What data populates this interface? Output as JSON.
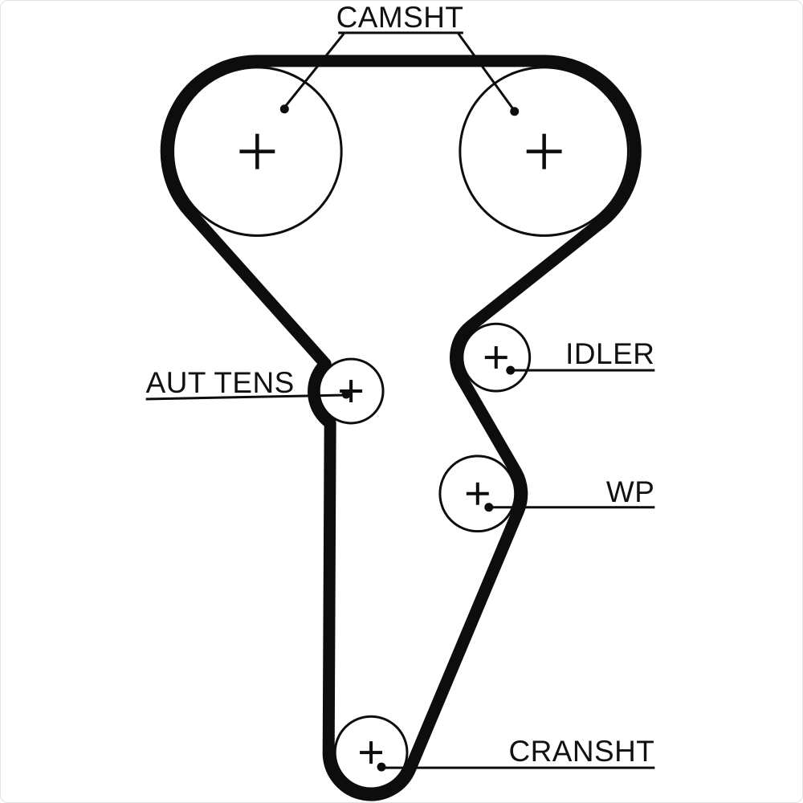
{
  "diagram": {
    "type": "timing-belt-routing",
    "labels": {
      "camshaft": "CAMSHT",
      "tensioner": "AUT TENS",
      "idler": "IDLER",
      "water_pump": "WP",
      "crankshaft": "CRANSHT"
    },
    "pulleys": [
      {
        "id": "camshaft-left",
        "label": "CAMSHT"
      },
      {
        "id": "camshaft-right",
        "label": "CAMSHT"
      },
      {
        "id": "tensioner",
        "label": "AUT TENS"
      },
      {
        "id": "idler",
        "label": "IDLER"
      },
      {
        "id": "water-pump",
        "label": "WP"
      },
      {
        "id": "crankshaft",
        "label": "CRANSHT"
      }
    ],
    "colors": {
      "belt": "#0d0d0d",
      "line": "#0d0d0d",
      "text": "#111111",
      "background": "#ffffff"
    }
  }
}
